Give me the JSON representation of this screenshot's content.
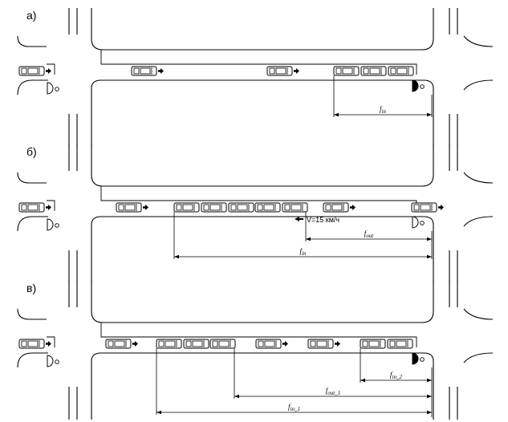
{
  "panels": [
    {
      "label": "а)",
      "signal_left": "green",
      "signal_right": "red",
      "dims": [
        {
          "text": "f_in",
          "parts": [
            "f",
            "in",
            ""
          ]
        }
      ]
    },
    {
      "label": "б)",
      "signal_left": "green",
      "signal_right": "green",
      "speed": "V=15 км/ч",
      "dims": [
        {
          "text": "f_out",
          "parts": [
            "f",
            "out",
            ""
          ]
        },
        {
          "text": "f_in",
          "parts": [
            "f",
            "in",
            ""
          ]
        }
      ]
    },
    {
      "label": "в)",
      "signal_left": "green",
      "signal_right": "red",
      "dims": [
        {
          "text": "f_in_2",
          "parts": [
            "f",
            "in",
            "_2"
          ]
        },
        {
          "text": "f_out_1",
          "parts": [
            "f",
            "out",
            "_1"
          ]
        },
        {
          "text": "f_in_1",
          "parts": [
            "f",
            "in",
            "_1"
          ]
        }
      ]
    }
  ],
  "colors": {
    "line": "#000000",
    "signal_red": "#000000",
    "signal_green": "#ffffff"
  },
  "icons": [
    "car-icon",
    "arrow-right-icon",
    "arrow-left-icon",
    "traffic-signal-icon"
  ]
}
